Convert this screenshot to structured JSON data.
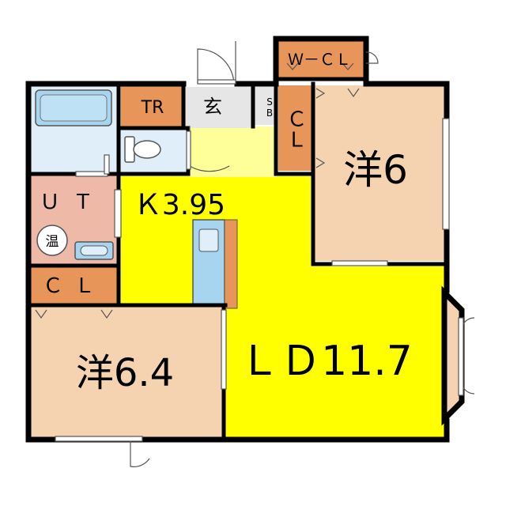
{
  "rooms": {
    "western_6": "洋6",
    "western_6_4": "洋6.4",
    "ld": "ＬＤ11.7",
    "kitchen": "Ｋ3.95",
    "ut": "ＵＴ",
    "water_heater": "温",
    "tr": "TR",
    "entrance": "玄",
    "shoe_box": "SB",
    "cl_right": "ＣＬ",
    "cl_left": "ＣＬ",
    "wcl": "Ｗ－ＣＬ"
  },
  "colors": {
    "yellow": "#ffff00",
    "entry_yellow": "#ffff99",
    "bedroom": "#f5d3b0",
    "closet": "#e8955a",
    "wet_area": "#dfeef8",
    "wet_fixture": "#a7d4ef",
    "ut_room": "#efb9a8",
    "wall": "#000000"
  }
}
